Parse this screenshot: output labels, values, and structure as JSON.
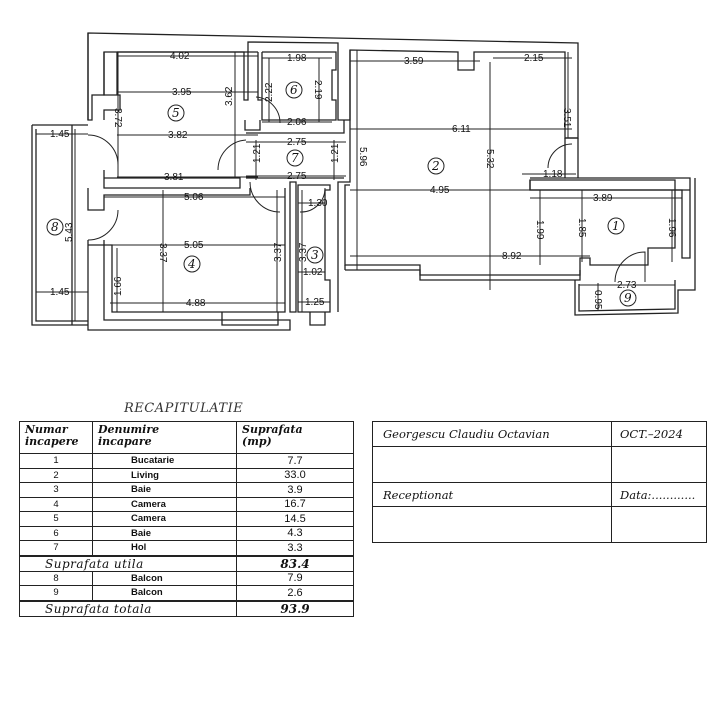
{
  "floor_plan": {
    "rooms": [
      {
        "id": "1",
        "label": "1",
        "name": "Bucatarie"
      },
      {
        "id": "2",
        "label": "2",
        "name": "Living"
      },
      {
        "id": "3",
        "label": "3",
        "name": "Baie"
      },
      {
        "id": "4",
        "label": "4",
        "name": "Camera"
      },
      {
        "id": "5",
        "label": "5",
        "name": "Camera"
      },
      {
        "id": "6",
        "label": "6",
        "name": "Baie"
      },
      {
        "id": "7",
        "label": "7",
        "name": "Hol"
      },
      {
        "id": "8",
        "label": "8",
        "name": "Balcon"
      },
      {
        "id": "9",
        "label": "9",
        "name": "Balcon"
      }
    ],
    "dimensions": {
      "r5_top": "4.02",
      "r5_mid": "3.95",
      "r5_left": "3.72",
      "r5_right": "3.62",
      "r5_low": "3.82",
      "r5_bottom": "3.81",
      "r6_top": "1.98",
      "r6_left": "2.22",
      "r6_right": "2.19",
      "r6_bottom": "2.06",
      "r7_top": "2.75",
      "r7_bottom": "2.75",
      "r7_left": "1.21",
      "r7_right": "1.21",
      "r2_top_left": "3.59",
      "r2_top_right": "2.15",
      "r2_right": "3.51",
      "r2_mid": "6.11",
      "r2_left": "5.96",
      "r2_inner": "5.32",
      "r2_low": "4.95",
      "r2_bottom": "8.92",
      "r2_door": "1.18",
      "r1_top": "3.89",
      "r1_left": "1.99",
      "r1_mid": "1.85",
      "r1_right": "1.96",
      "r9_width": "2.73",
      "r9_height": "0.95",
      "r4_top": "5.06",
      "r4_mid": "5.05",
      "r4_left": "3.37",
      "r4_right": "3.37",
      "r4_low": "1.66",
      "r4_bottom": "4.88",
      "r3_top": "1.30",
      "r3_left": "3.37",
      "r3_mid": "1.02",
      "r3_bottom": "1.25",
      "r8_top": "1.45",
      "r8_height": "5.43",
      "r8_bottom": "1.45"
    }
  },
  "recap": {
    "title": "RECAPITULATIE",
    "headers": {
      "num_line1": "Numar",
      "num_line2": "incapere",
      "name_line1": "Denumire",
      "name_line2": "incapare",
      "area_line1": "Suprafata",
      "area_line2": "(mp)"
    },
    "rows": [
      {
        "num": "1",
        "name": "Bucatarie",
        "area": "7.7"
      },
      {
        "num": "2",
        "name": "Living",
        "area": "33.0"
      },
      {
        "num": "3",
        "name": "Baie",
        "area": "3.9"
      },
      {
        "num": "4",
        "name": "Camera",
        "area": "16.7"
      },
      {
        "num": "5",
        "name": "Camera",
        "area": "14.5"
      },
      {
        "num": "6",
        "name": "Baie",
        "area": "4.3"
      },
      {
        "num": "7",
        "name": "Hol",
        "area": "3.3"
      }
    ],
    "useful": {
      "label": "Suprafata  utila",
      "value": "83.4"
    },
    "balconies": [
      {
        "num": "8",
        "name": "Balcon",
        "area": "7.9"
      },
      {
        "num": "9",
        "name": "Balcon",
        "area": "2.6"
      }
    ],
    "total": {
      "label": "Suprafata  totala",
      "value": "93.9"
    }
  },
  "signature": {
    "author": "Georgescu  Claudiu  Octavian",
    "date": "OCT.–2024",
    "received_label": "Receptionat",
    "date_label": "Data:............"
  }
}
